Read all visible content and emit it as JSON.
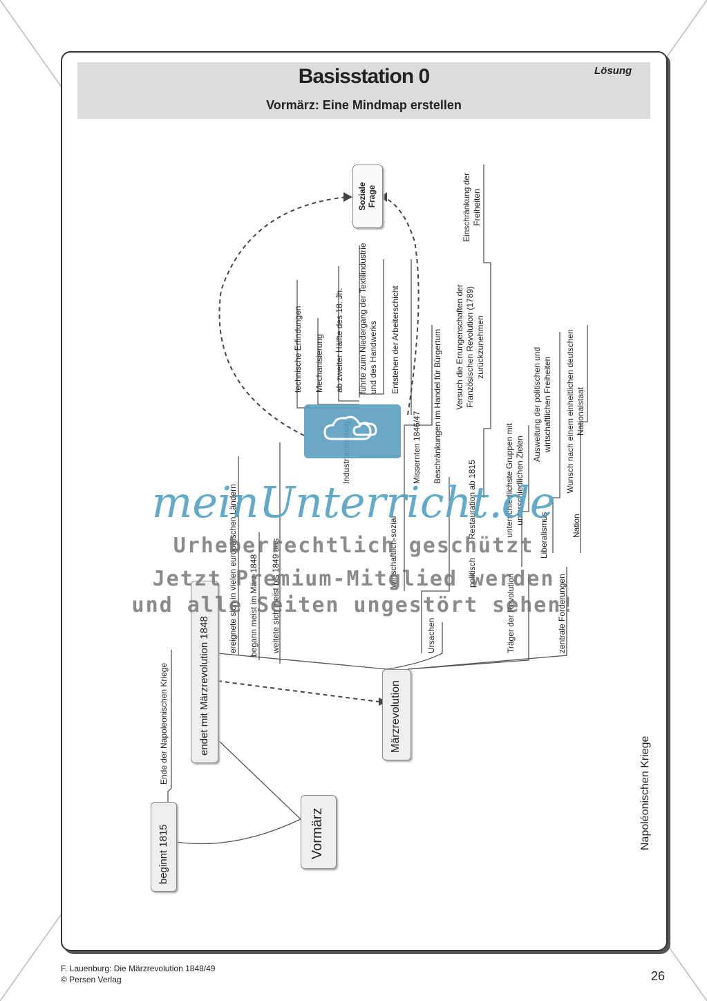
{
  "header": {
    "title": "Basisstation 0",
    "subtitle": "Vormärz: Eine Mindmap erstellen",
    "tag": "Lösung"
  },
  "mindmap": {
    "center": "Vormärz",
    "beginnt": "beginnt 1815",
    "beginnt_note": "Ende der Napoleonischen Kriege",
    "endet": "endet mit Märzrevolution 1848",
    "endet_items": [
      "ereignete sich in vielen europäischen Ländern",
      "begann meist im März 1848",
      "weitete sich meist bis 1849 aus"
    ],
    "maerz": "Märzrevolution",
    "ursachen": "Ursachen",
    "wirtschaftlich": "wirtschaftlich-sozial",
    "industrialisierung": "Industrialisierung",
    "industrialisierung_items": [
      "technische Erfindungen",
      "Mechanisierung",
      "ab zweiter Hälfte des 18. Jh.",
      "führte zum Niedergang der Textilindustrie und des Handwerks",
      "Entstehen der Arbeiterschicht"
    ],
    "soziale_frage": "Soziale Frage",
    "missernten": "Missernten 1846/47",
    "beschraenkungen": "Beschränkungen im Handel für Bürgertum",
    "politisch": "politisch",
    "restauration": "Restauration ab 1815",
    "restauration_items": [
      "Versuch die Errungenschaften der Französischen Revolution (1789) zurückzunehmen",
      "Einschränkung der Freiheiten"
    ],
    "traeger": "Träger der Revolution",
    "traeger_item": "unterschiedlichste Gruppen mit unterschiedlichen Zielen",
    "forderungen": "zentrale Forderungen",
    "liberalismus": "Liberalismus",
    "liberalismus_item": "Ausweitung der politischen und wirtschaftlichen Freiheiten",
    "nation": "Nation",
    "nation_item": "Wunsch nach einem einheitlichen deutschen Nationalstaat"
  },
  "margin_label": "Napoléonischen Kriege",
  "watermark": {
    "brand": "meinUnterricht.de",
    "line1": "Urheberrechtlich geschützt",
    "line2": "Jetzt Premium-Mitglied werden",
    "line3": "und alle Seiten ungestört sehen!"
  },
  "footer": {
    "source": "F. Lauenburg: Die Märzrevolution 1848/49",
    "publisher": "© Persen Verlag",
    "page": "26"
  }
}
